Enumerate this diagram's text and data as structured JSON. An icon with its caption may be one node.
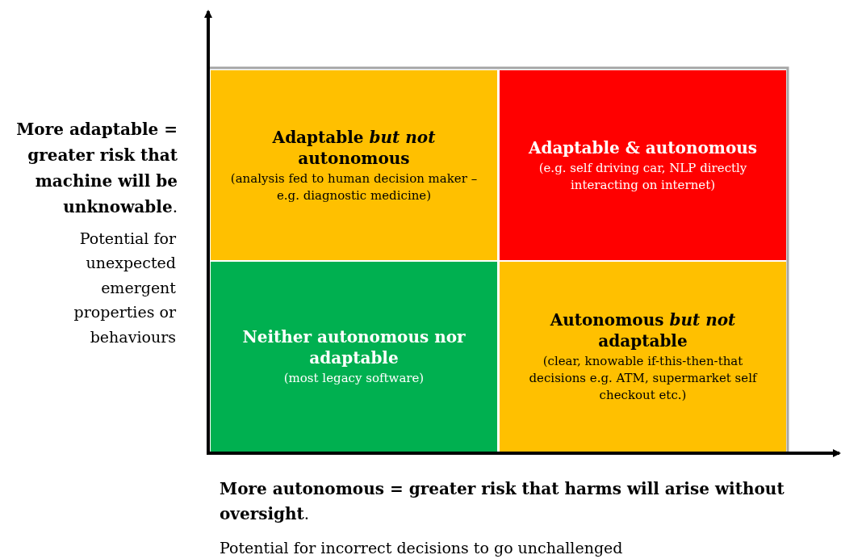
{
  "diagram": {
    "nodes": [
      {
        "text": [
          "Adaptable *but not* autonomous",
          "(analysis fed to human decision maker – e.g. diagnostic medicine)"
        ]
      },
      {
        "text": [
          "Adaptable & autonomous",
          "(e.g. self driving car, NLP directly interacting on internet)"
        ]
      },
      {
        "text": [
          "Neither autonomous nor adaptable",
          "(most legacy software)"
        ]
      },
      {
        "text": [
          "Autonomous *but not* adaptable",
          "(clear, knowable if-this-then-that decisions e.g. ATM, supermarket self checkout etc.)"
        ]
      }
    ],
    "labels": [
      "**More adaptable = greater risk that machine will be unknowable**.",
      "Potential for unexpected emergent properties or behaviours",
      "**More autonomous = greater risk that harms will arise without oversight**.",
      "Potential for incorrect decisions to go unchallenged"
    ]
  }
}
